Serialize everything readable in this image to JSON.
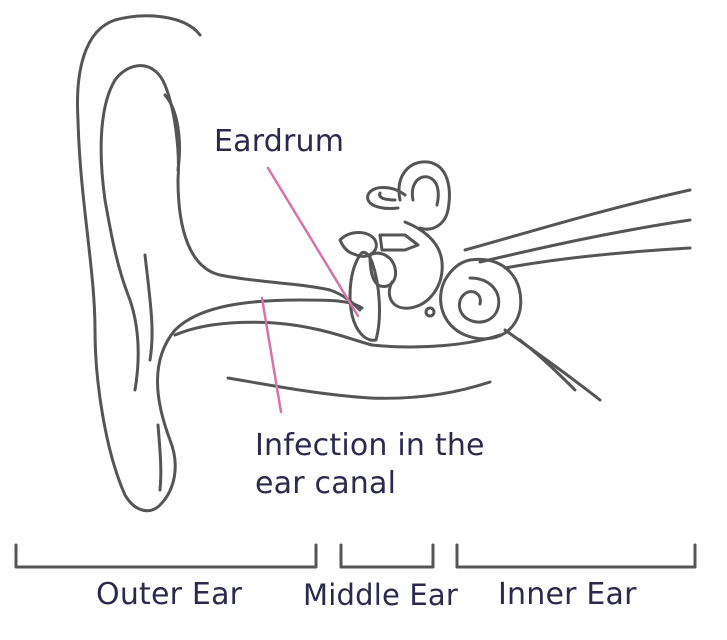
{
  "labels": {
    "eardrum": "Eardrum",
    "infection_line1": "Infection in the",
    "infection_line2": "ear canal",
    "outer_ear": "Outer Ear",
    "middle_ear": "Middle Ear",
    "inner_ear": "Inner Ear"
  },
  "colors": {
    "outline": "#555555",
    "pointer": "#d872ab",
    "text": "#2b2a4c",
    "background": "#ffffff"
  }
}
